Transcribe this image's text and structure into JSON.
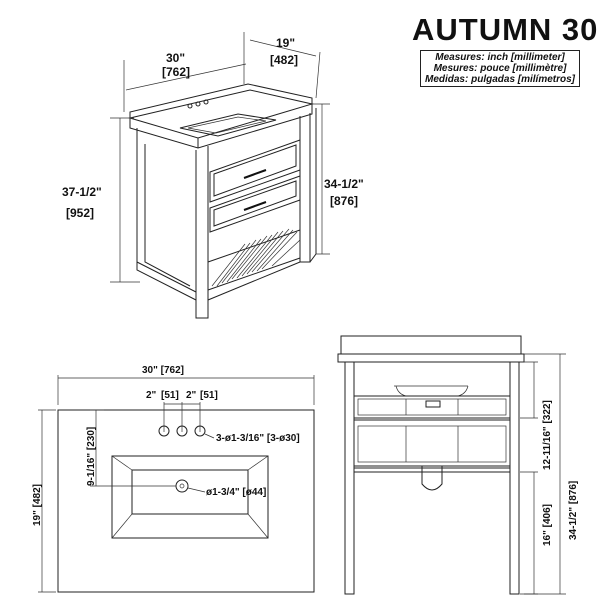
{
  "header": {
    "title": "AUTUMN 30"
  },
  "legend": {
    "line1": "Measures: inch [millimeter]",
    "line2": "Mesures: pouce [millimètre]",
    "line3": "Medidas: pulgadas [milímetros]"
  },
  "iso_view": {
    "width_in": "30\"",
    "width_mm": "[762]",
    "depth_in": "19\"",
    "depth_mm": "[482]",
    "total_height_in": "37-1/2\"",
    "total_height_mm": "[952]",
    "cabinet_height_in": "34-1/2\"",
    "cabinet_height_mm": "[876]"
  },
  "top_view": {
    "width": "30\" [762]",
    "spacing_left_in": "2\"",
    "spacing_left_mm": "[51]",
    "spacing_right_in": "2\"",
    "spacing_right_mm": "[51]",
    "faucet_holes": "3-ø1-3/16\" [3-ø30]",
    "drain": "ø1-3/4\" [ø44]",
    "drain_offset": "9-1/16\" [230]",
    "depth": "19\" [482]"
  },
  "front_view": {
    "drawer_height": "12-11/16\" [322]",
    "shelf_height": "16\" [406]",
    "cabinet_height": "34-1/2\" [876]"
  }
}
